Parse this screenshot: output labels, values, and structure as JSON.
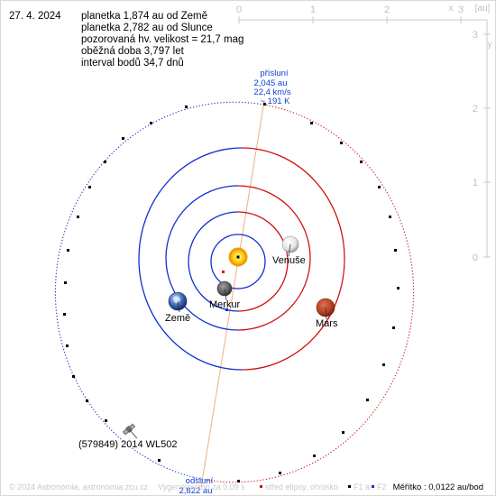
{
  "date": "27. 4. 2024",
  "info": [
    "planetka 1,874 au od Země",
    "planetka 2,782 au od Slunce",
    "pozorovaná hv. velikost = 21,7 mag",
    "oběžná doba 3,797 let",
    "interval bodů 34,7 dnů"
  ],
  "axis": {
    "top_ticks": [
      "0",
      "1",
      "2",
      "3"
    ],
    "x_label": "x",
    "unit": "[au]",
    "right_ticks": [
      "3",
      "2",
      "1",
      "0"
    ],
    "y_label": "y"
  },
  "perihelion": [
    "přísluní",
    "2,045 au",
    "22,4 km/s",
    "~ 191 K"
  ],
  "aphelion": [
    "odsluní",
    "2,822 au"
  ],
  "labels": {
    "sun": "",
    "venus": "Venuše",
    "mercury": "Merkur",
    "earth": "Země",
    "mars": "Mars",
    "asteroid": "(579849) 2014 WL502"
  },
  "footer": {
    "copyright": "© 2024 Astronomia, astronomia.zcu.cz",
    "speed": "Vygenerováno za 0,09 s",
    "legend_center": "střed elipsy, ohnisko",
    "legend_f1": "F1 a",
    "legend_f2": "F2",
    "scale": "Měřítko : 0,0122 au/bod"
  },
  "colors": {
    "orbit_blue": "#1030d0",
    "orbit_red": "#d01010",
    "asteroid_orbit": "#1030c0",
    "apsis_line": "#f0b080",
    "label_blue": "#1040d0"
  }
}
